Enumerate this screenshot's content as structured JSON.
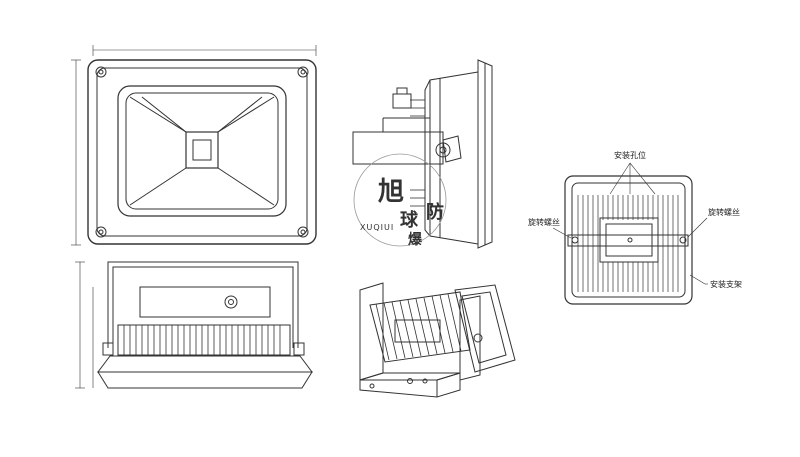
{
  "drawing": {
    "labels": {
      "mount_hole": "安装孔位",
      "rotate_screw_left": "旋转螺丝",
      "rotate_screw_right": "旋转螺丝",
      "mount_bracket": "安装支架"
    },
    "watermark": {
      "char_1": "旭",
      "char_2": "球",
      "char_3": "防",
      "char_4": "爆",
      "latin": "XUQIUI"
    },
    "line_color": "#333333",
    "background_color": "#ffffff"
  }
}
